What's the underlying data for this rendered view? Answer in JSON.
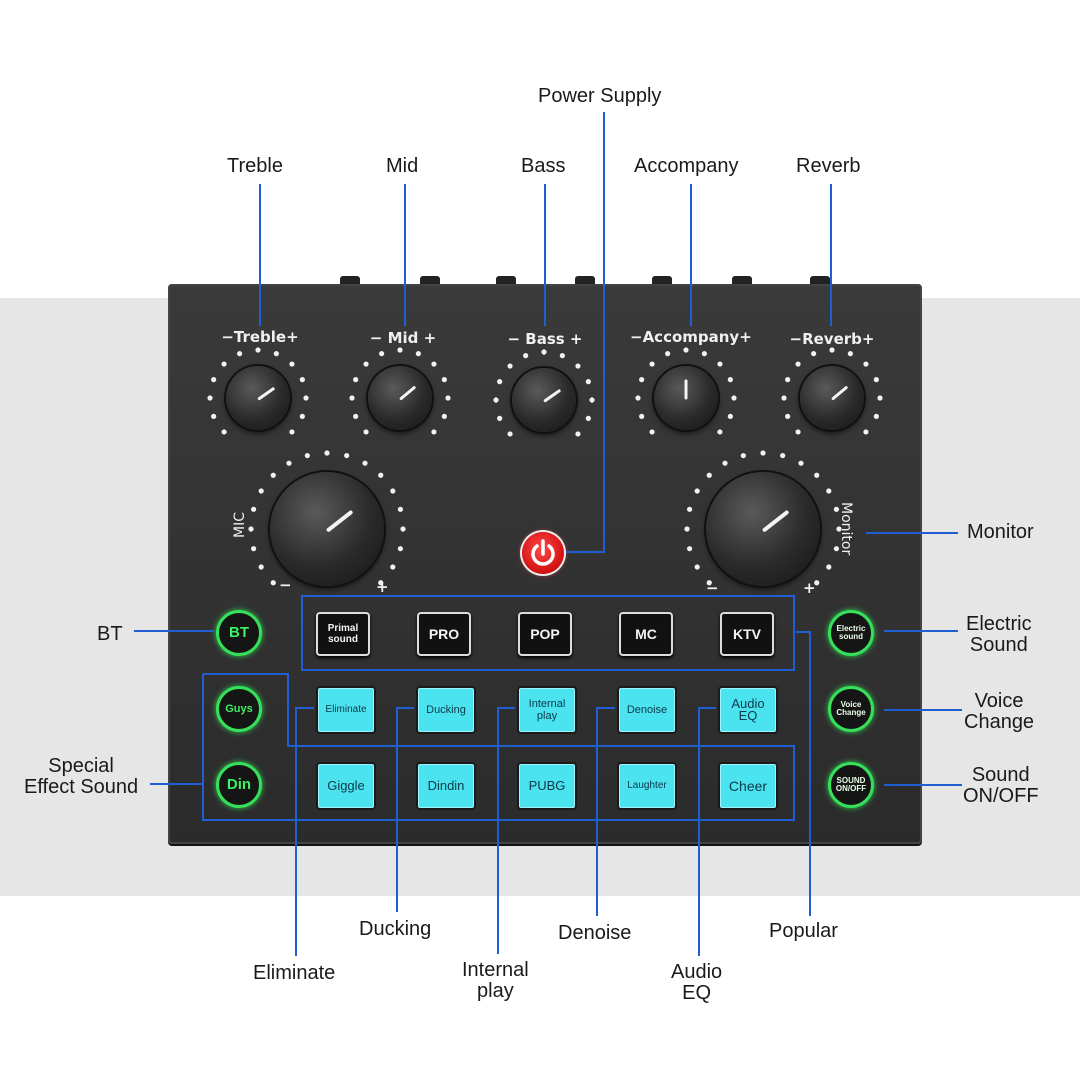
{
  "callouts": {
    "power_supply": "Power Supply",
    "treble": "Treble",
    "mid": "Mid",
    "bass": "Bass",
    "accompany": "Accompany",
    "reverb": "Reverb",
    "monitor": "Monitor",
    "bt": "BT",
    "electric_sound": "Electric\nSound",
    "voice_change": "Voice\nChange",
    "special_effect_sound": "Special\nEffect Sound",
    "sound_on_off": "Sound\nON/OFF",
    "ducking": "Ducking",
    "eliminate": "Eliminate",
    "internal_play": "Internal\nplay",
    "denoise": "Denoise",
    "audio_eq": "Audio\nEQ",
    "popular": "Popular"
  },
  "panel": {
    "treble": "−Treble+",
    "mid": "−  Mid  +",
    "bass": "−  Bass  +",
    "accompany": "−Accompany+",
    "reverb": "−Reverb+",
    "mic": "MIC",
    "monitor": "Monitor",
    "mic_minus": "−",
    "mic_plus": "+",
    "mon_minus": "−",
    "mon_plus": "+"
  },
  "mode_buttons": [
    "Primal\nsound",
    "PRO",
    "POP",
    "MC",
    "KTV"
  ],
  "effect_row1": [
    "Eliminate",
    "Ducking",
    "Internal\nplay",
    "Denoise",
    "Audio\nEQ"
  ],
  "effect_row2": [
    "Giggle",
    "Dindin",
    "PUBG",
    "Laughter",
    "Cheer"
  ],
  "left_buttons": {
    "bt": "BT",
    "guys": "Guys",
    "din": "Din"
  },
  "right_buttons": {
    "electric": "Electric\nsound",
    "voice": "Voice\nChange",
    "sound": "SOUND\nON/OFF"
  },
  "colors": {
    "accent_line": "#1f5fd1",
    "led_green": "#36e05a",
    "effect_cyan": "#4ce3f0",
    "power_red": "#d41010"
  }
}
